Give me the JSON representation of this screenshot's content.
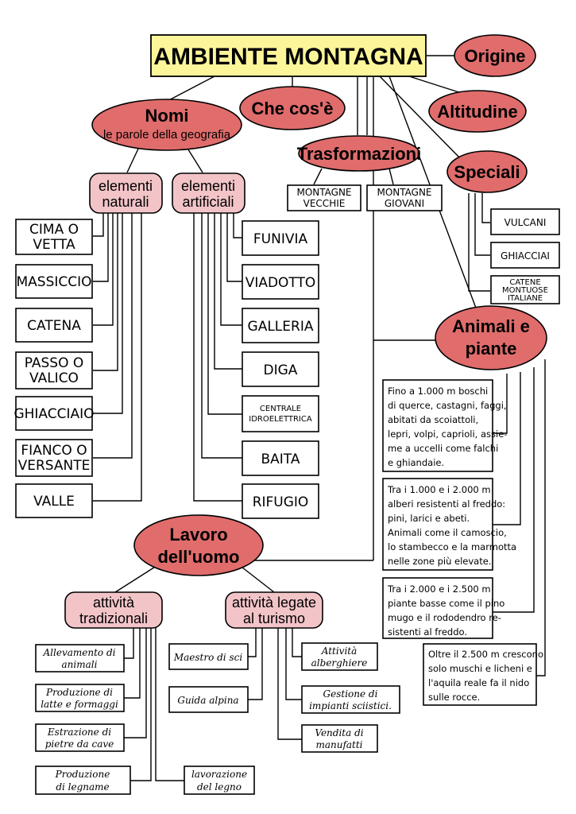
{
  "title": "AMBIENTE MONTAGNA",
  "ovals": {
    "origine": "Origine",
    "che_cose": "Che cos'è",
    "altitudine": "Altitudine",
    "nomi": "Nomi",
    "nomi_sub": "le parole della geografia",
    "trasformazioni": "Trasformazioni",
    "speciali": "Speciali",
    "animali_l1": "Animali e",
    "animali_l2": "piante",
    "lavoro_l1": "Lavoro",
    "lavoro_l2": "dell'uomo"
  },
  "pills": {
    "naturali_l1": "elementi",
    "naturali_l2": "naturali",
    "artificiali_l1": "elementi",
    "artificiali_l2": "artificiali",
    "tradizionali_l1": "attività",
    "tradizionali_l2": "tradizionali",
    "turismo_l1": "attività legate",
    "turismo_l2": "al turismo"
  },
  "trasformazioni_items": [
    [
      "MONTAGNE",
      "VECCHIE"
    ],
    [
      "MONTAGNE",
      "GIOVANI"
    ]
  ],
  "speciali_items": [
    [
      "VULCANI"
    ],
    [
      "GHIACCIAI"
    ],
    [
      "CATENE",
      "MONTUOSE",
      "ITALIANE"
    ]
  ],
  "naturali_items": [
    [
      "CIMA O",
      "VETTA"
    ],
    [
      "MASSICCIO"
    ],
    [
      "CATENA"
    ],
    [
      "PASSO O",
      "VALICO"
    ],
    [
      "GHIACCIAIO"
    ],
    [
      "FIANCO O",
      "VERSANTE"
    ],
    [
      "VALLE"
    ]
  ],
  "artificiali_items": [
    [
      "FUNIVIA"
    ],
    [
      "VIADOTTO"
    ],
    [
      "GALLERIA"
    ],
    [
      "DIGA"
    ],
    [
      "CENTRALE",
      "IDROELETTRICA"
    ],
    [
      "BAITA"
    ],
    [
      "RIFUGIO"
    ]
  ],
  "animali_notes": [
    [
      "Fino a 1.000 m boschi",
      "di querce, castagni, faggi,",
      "abitati da scoiattoli,",
      "lepri, volpi, caprioli, assie-",
      "me a uccelli come falchi",
      "e ghiandaie."
    ],
    [
      "Tra i 1.000 e i 2.000 m",
      "alberi resistenti al freddo:",
      "pini, larici e abeti.",
      "Animali come il camoscio,",
      "lo stambecco e la marmotta",
      "nelle zone più elevate."
    ],
    [
      "Tra i 2.000 e i 2.500 m",
      "piante basse come il pino",
      "mugo e il rododendro re-",
      "sistenti al freddo."
    ],
    [
      "Oltre il 2.500 m crescono",
      "solo muschi e licheni e",
      "l'aquila reale fa il nido",
      "sulle rocce."
    ]
  ],
  "tradizionali_items": [
    [
      "Allevamento di",
      "animali"
    ],
    [
      "Produzione di",
      "latte e formaggi"
    ],
    [
      "Estrazione di",
      "pietre da cave"
    ],
    [
      "Produzione",
      "di legname"
    ],
    [
      "lavorazione",
      "del legno"
    ]
  ],
  "turismo_items": [
    [
      "Maestro di sci"
    ],
    [
      "Guida alpina"
    ],
    [
      "Attività",
      "alberghiere"
    ],
    [
      "Gestione di",
      "impianti sciistici."
    ],
    [
      "Vendita di",
      "manufatti"
    ]
  ]
}
